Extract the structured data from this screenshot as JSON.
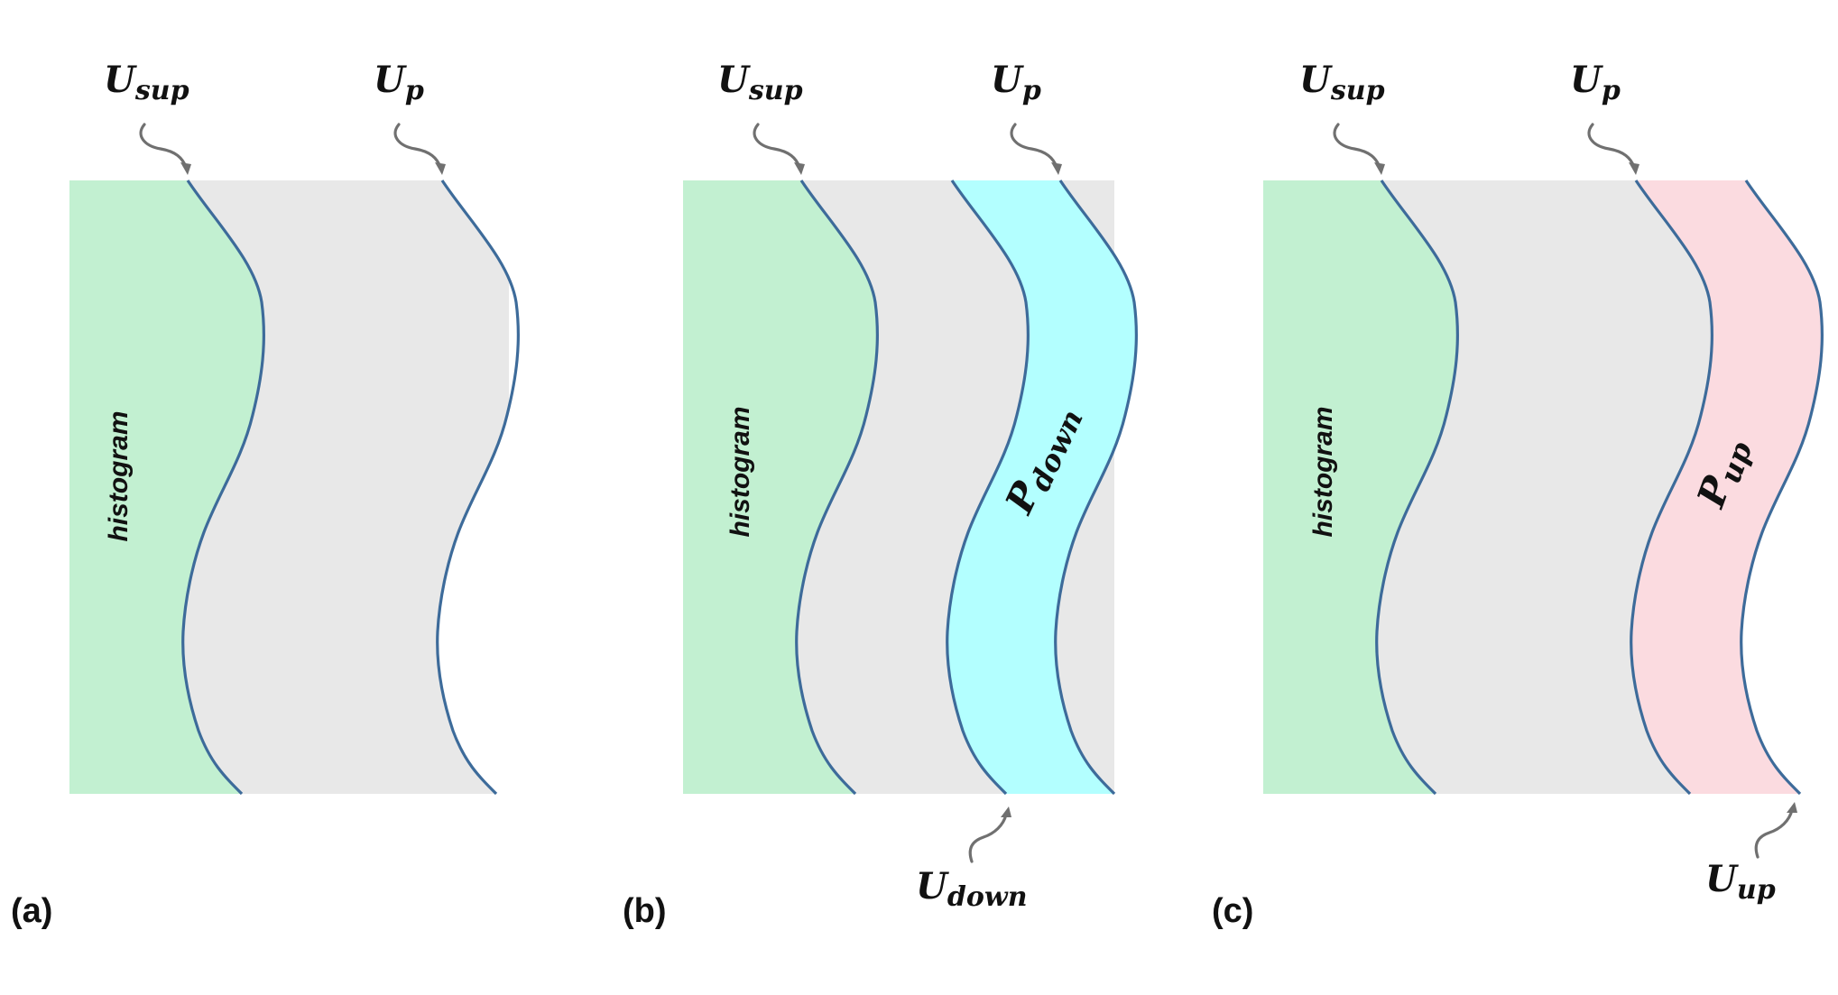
{
  "colors": {
    "histogram_fill": "#c2f0d1",
    "gap_fill": "#e8e8e8",
    "down_fill": "#b3ffff",
    "up_fill": "#fbdbe0",
    "curve_stroke": "#3d6b9a",
    "arrow": "#707070"
  },
  "panels": [
    {
      "id": "a",
      "label": "(a)",
      "histogram_label": "histogram",
      "top_labels": [
        {
          "main": "U",
          "sub": "sup"
        },
        {
          "main": "U",
          "sub": "p"
        }
      ]
    },
    {
      "id": "b",
      "label": "(b)",
      "histogram_label": "histogram",
      "top_labels": [
        {
          "main": "U",
          "sub": "sup"
        },
        {
          "main": "U",
          "sub": "p"
        }
      ],
      "band_label": {
        "main": "P",
        "sub": "down"
      },
      "bottom_label": {
        "main": "U",
        "sub": "down"
      }
    },
    {
      "id": "c",
      "label": "(c)",
      "histogram_label": "histogram",
      "top_labels": [
        {
          "main": "U",
          "sub": "sup"
        },
        {
          "main": "U",
          "sub": "p"
        }
      ],
      "band_label": {
        "main": "P",
        "sub": "up"
      },
      "bottom_label": {
        "main": "U",
        "sub": "up"
      }
    }
  ]
}
